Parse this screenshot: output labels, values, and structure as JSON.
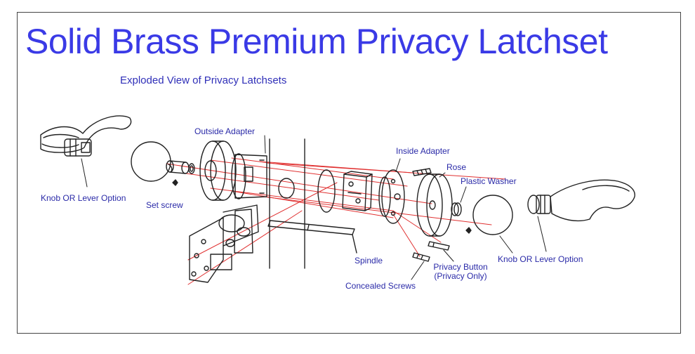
{
  "title": "Solid Brass Premium Privacy Latchset",
  "subtitle": "Exploded View of Privacy Latchsets",
  "labels": {
    "knob_lever_left": "Knob OR Lever Option",
    "set_screw": "Set screw",
    "outside_adapter": "Outside Adapter",
    "inside_adapter": "Inside Adapter",
    "rose": "Rose",
    "plastic_washer": "Plastic Washer",
    "spindle": "Spindle",
    "concealed_screws": "Concealed Screws",
    "privacy_button_line1": "Privacy Button",
    "privacy_button_line2": "(Privacy Only)",
    "knob_lever_right": "Knob OR Lever Option"
  },
  "colors": {
    "title": "#3a3ae6",
    "labels": "#2a2aa8",
    "guide_lines": "#e03030",
    "outline": "#222222"
  }
}
